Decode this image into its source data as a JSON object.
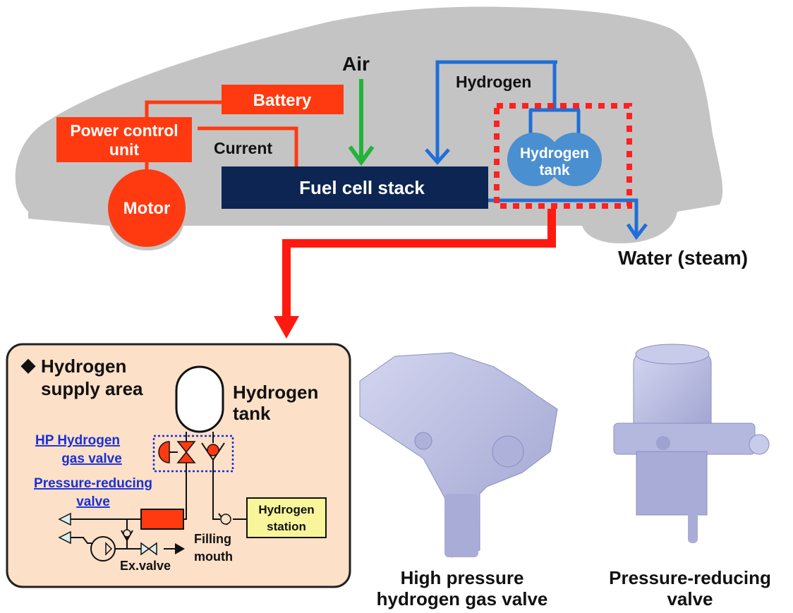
{
  "colors": {
    "car_body": "#c4c4c4",
    "red_component": "#ff3a10",
    "stack_navy": "#0c2552",
    "hydrogen_blue": "#1f6fd6",
    "tank_blue": "#4a8fd0",
    "air_green": "#22b43a",
    "supply_area_bg": "#fce0c8",
    "station_yellow": "#f8f59a",
    "valve_part": "#b9bcdf"
  },
  "car": {
    "battery": "Battery",
    "power_control_unit_line1": "Power control",
    "power_control_unit_line2": "unit",
    "motor": "Motor",
    "current": "Current",
    "air": "Air",
    "fuel_cell_stack": "Fuel cell stack",
    "hydrogen": "Hydrogen",
    "hydrogen_tank_line1": "Hydrogen",
    "hydrogen_tank_line2": "tank",
    "water": "Water (steam)"
  },
  "supply_area": {
    "title_bullet": "◆",
    "title_line1": "Hydrogen",
    "title_line2": "supply area",
    "tank_line1": "Hydrogen",
    "tank_line2": "tank",
    "hp_valve_line1": "HP Hydrogen",
    "hp_valve_line2": "gas valve",
    "pr_valve_line1": "Pressure-reducing",
    "pr_valve_line2": "valve",
    "station_line1": "Hydrogen",
    "station_line2": "station",
    "filling_line1": "Filling",
    "filling_line2": "mouth",
    "ex_valve": "Ex.valve"
  },
  "parts": {
    "hp_caption_line1": "High pressure",
    "hp_caption_line2": "hydrogen gas valve",
    "pr_caption_line1": "Pressure-reducing",
    "pr_caption_line2": "valve"
  }
}
